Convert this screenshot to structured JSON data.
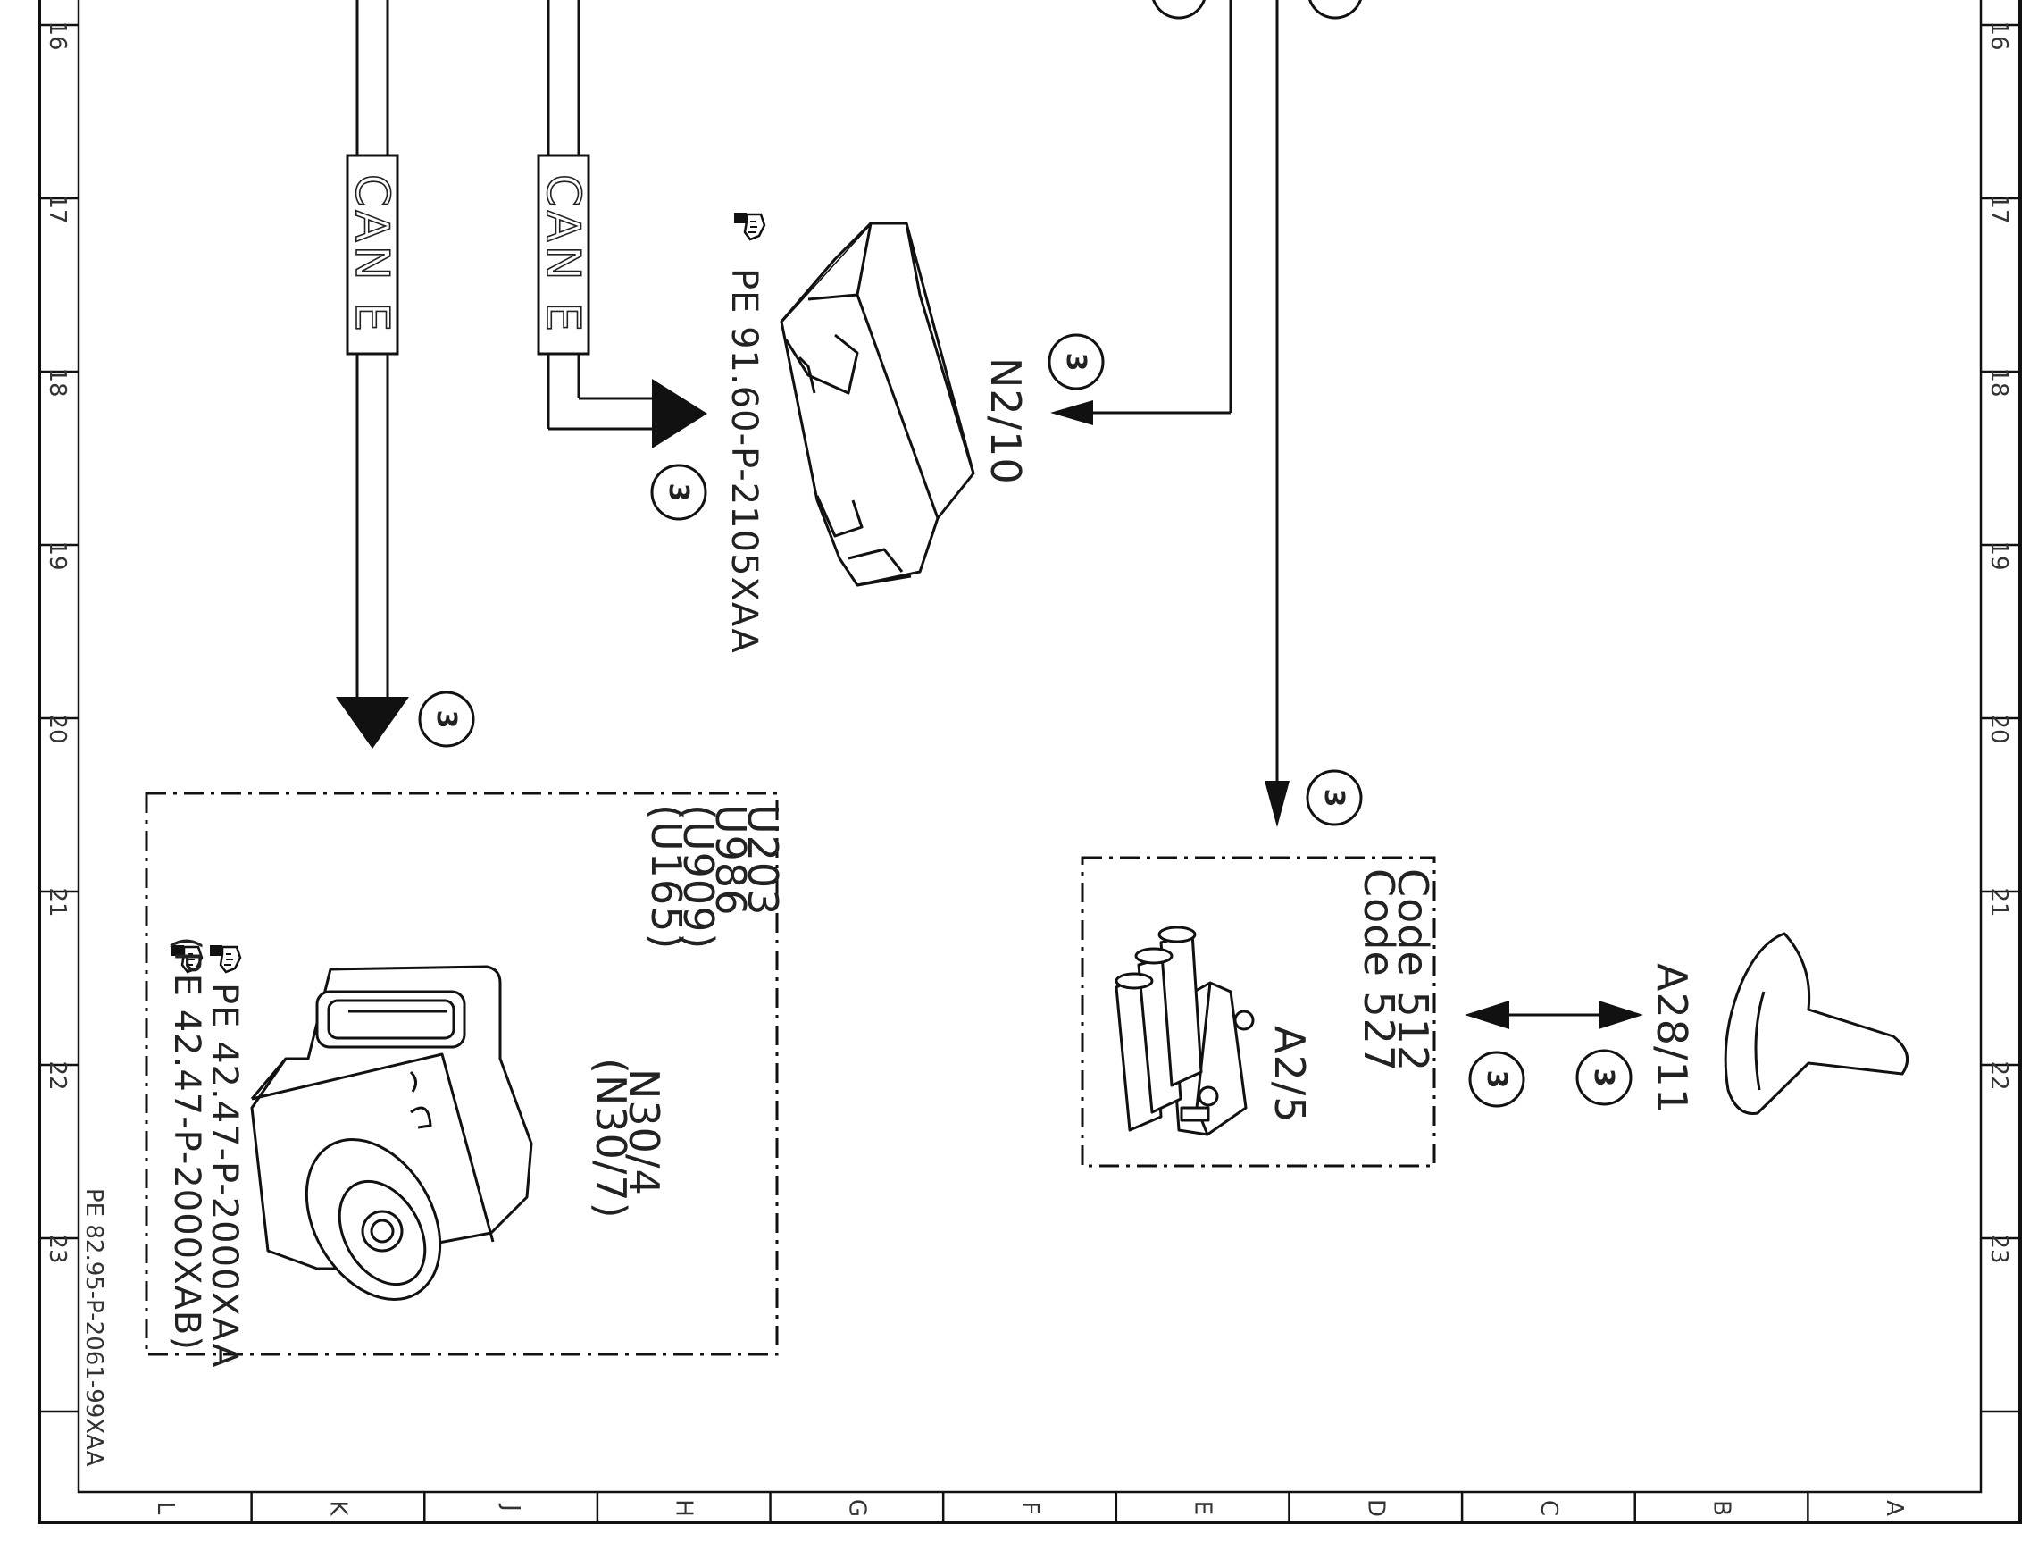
{
  "sheet": {
    "doc_id": "PE 82.95-P-2061-99XAA",
    "rows": [
      "16",
      "17",
      "18",
      "19",
      "20",
      "21",
      "22",
      "23"
    ],
    "columns": [
      "L",
      "K",
      "J",
      "H",
      "G",
      "F",
      "E",
      "D",
      "C",
      "B",
      "A"
    ]
  },
  "bus": {
    "left_label": "CAN E",
    "right_label": "CAN E"
  },
  "components": {
    "n2_10": {
      "ref": "N2/10",
      "doc_ref": "PE 91.60-P-2105XAA",
      "marker": "3"
    },
    "n30_4": {
      "variants": [
        "U203",
        "U986",
        "(U909)",
        "(U165)"
      ],
      "ref": "N30/4",
      "ref_alt": "(N30/7)",
      "doc_ref_1": "PE 42.47-P-2000XAA",
      "doc_ref_2": "(PE 42.47-P-2000XAB)",
      "marker": "3"
    },
    "a2_5": {
      "code_1": "Code 512",
      "code_2": "Code 527",
      "ref": "A2/5",
      "marker": "3"
    },
    "a28_11": {
      "ref": "A28/11"
    }
  },
  "markers": {
    "arrow_n2_10": "3",
    "link_a": "3",
    "link_b": "3"
  }
}
